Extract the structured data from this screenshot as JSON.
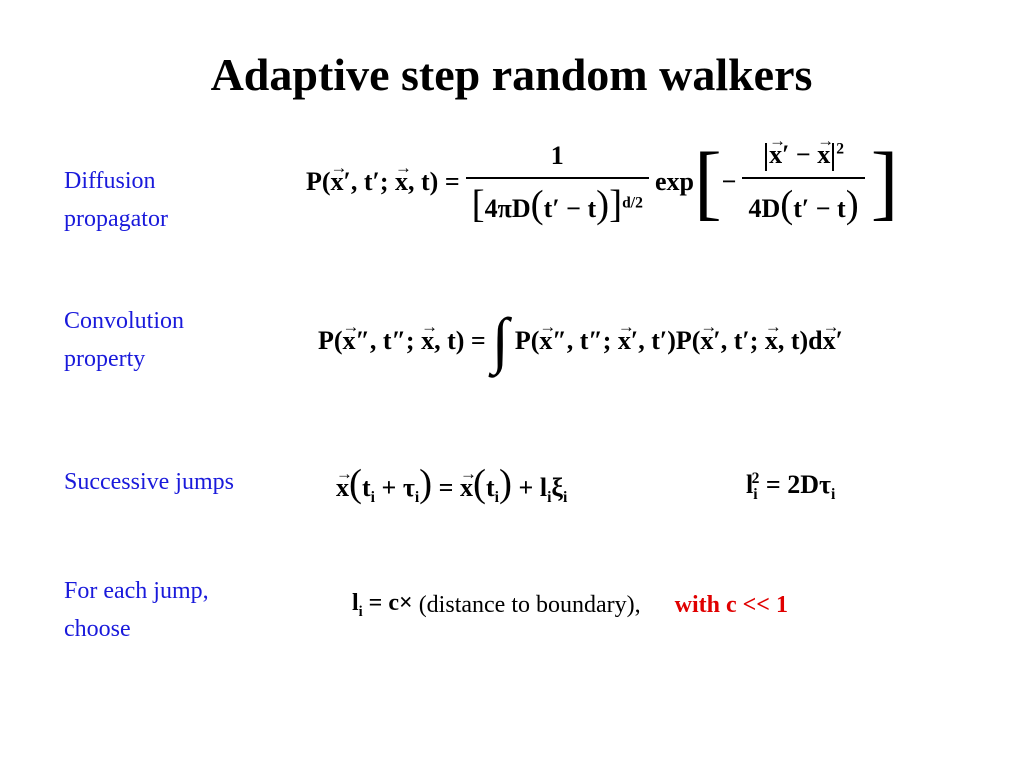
{
  "title": "Adaptive step random walkers",
  "rows": [
    {
      "label_line1": "Diffusion",
      "label_line2": "propagator"
    },
    {
      "label_line1": "Convolution",
      "label_line2": "property"
    },
    {
      "label_line1": "Successive jumps",
      "label_line2": ""
    },
    {
      "label_line1": "For each jump,",
      "label_line2": "choose"
    }
  ],
  "choose_rule": {
    "paren_text": "(distance to boundary),",
    "highlight": "with c << 1",
    "highlight_color": "#e00000"
  },
  "label_color": "#1a1adb"
}
